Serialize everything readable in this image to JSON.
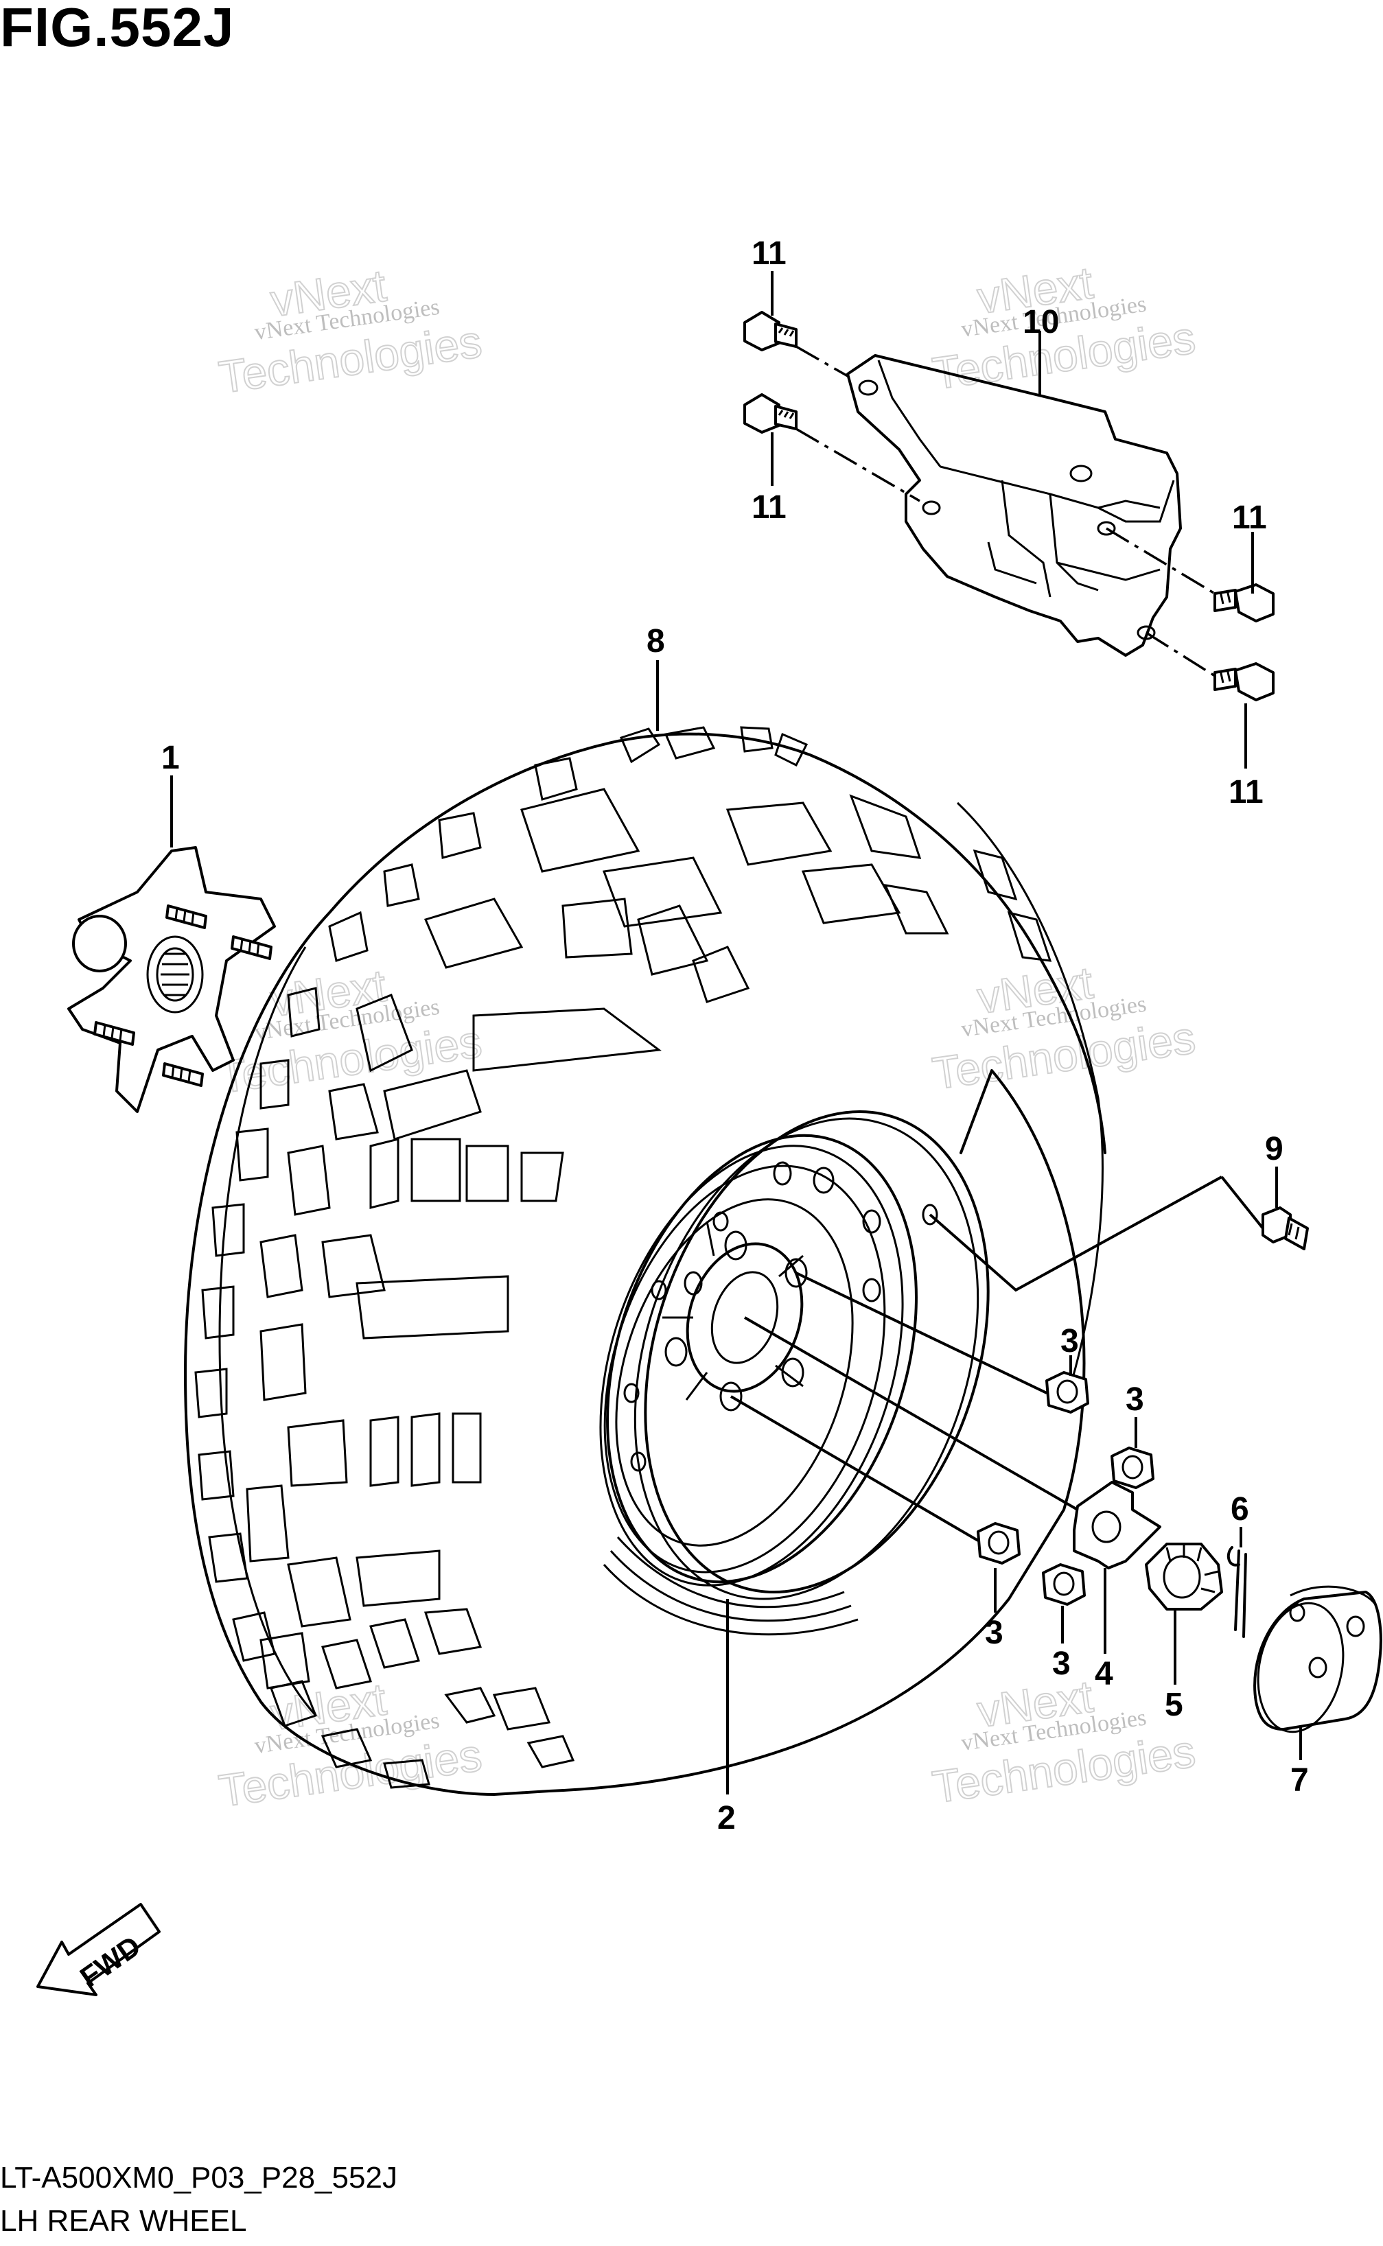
{
  "figure": {
    "title": "FIG.552J",
    "model_code": "LT-A500XM0_P03_P28_552J",
    "caption": "LH REAR WHEEL",
    "direction_label": "FWD"
  },
  "watermark": {
    "line1": "vNext Technologies",
    "line2": "vNext",
    "line3": "Technologies"
  },
  "callouts": {
    "c1": "1",
    "c2": "2",
    "c3a": "3",
    "c3b": "3",
    "c3c": "3",
    "c3d": "3",
    "c4": "4",
    "c5": "5",
    "c6": "6",
    "c7": "7",
    "c8": "8",
    "c9": "9",
    "c10": "10",
    "c11a": "11",
    "c11b": "11",
    "c11c": "11",
    "c11d": "11"
  }
}
